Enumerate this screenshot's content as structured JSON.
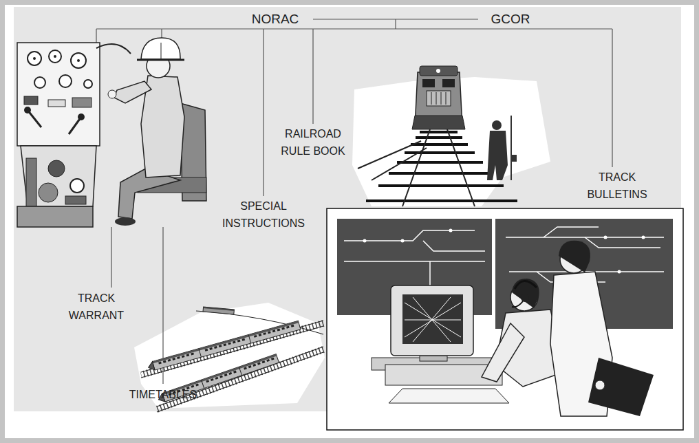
{
  "diagram": {
    "labels": [
      "NORAC",
      "GCOR",
      "RAILROAD RULE BOOK",
      "SPECIAL INSTRUCTIONS",
      "TRACK BULLETINS",
      "TRACK WARRANT",
      "TIMETABLES"
    ]
  }
}
